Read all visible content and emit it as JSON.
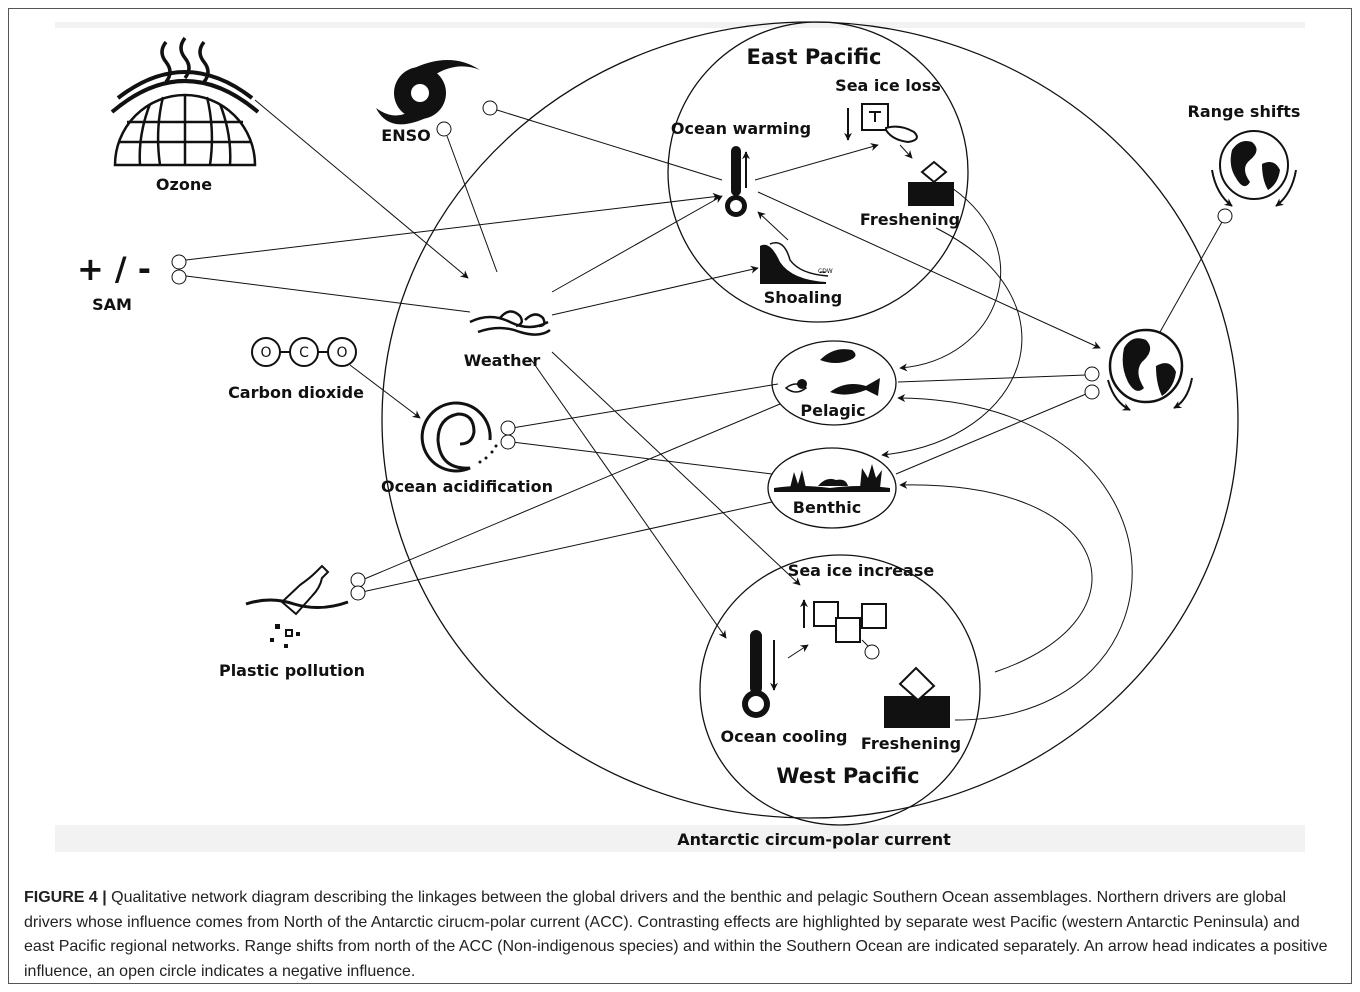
{
  "diagram": {
    "labels": {
      "ozone": "Ozone",
      "enso": "ENSO",
      "sam_symbol": "+ / -",
      "sam": "SAM",
      "carbon_dioxide": "Carbon dioxide",
      "co2_o": "O",
      "co2_c": "C",
      "ocean_acidification": "Ocean acidification",
      "plastic_pollution": "Plastic pollution",
      "weather": "Weather",
      "east_pacific": "East Pacific",
      "sea_ice_loss": "Sea ice loss",
      "ocean_warming": "Ocean warming",
      "freshening_east": "Freshening",
      "shoaling": "Shoaling",
      "cdw": "CDW",
      "pelagic": "Pelagic",
      "benthic": "Benthic",
      "west_pacific": "West Pacific",
      "sea_ice_increase": "Sea ice increase",
      "ocean_cooling": "Ocean cooling",
      "freshening_west": "Freshening",
      "range_shifts": "Range shifts",
      "acc": "Antarctic circum-polar current"
    },
    "colors": {
      "ink": "#111111",
      "band": "#f2f2f2"
    }
  },
  "caption": {
    "label": "FIGURE 4 |",
    "text": "Qualitative network diagram describing the linkages between the global drivers and the benthic and pelagic Southern Ocean assemblages. Northern drivers are global drivers whose influence comes from North of the Antarctic cirucm-polar current (ACC). Contrasting effects are highlighted by separate west Pacific (western Antarctic Peninsula) and east Pacific regional networks. Range shifts from north of the ACC (Non-indigenous species) and within the Southern Ocean are indicated separately. An arrow head indicates a positive influence, an open circle indicates a negative influence."
  }
}
